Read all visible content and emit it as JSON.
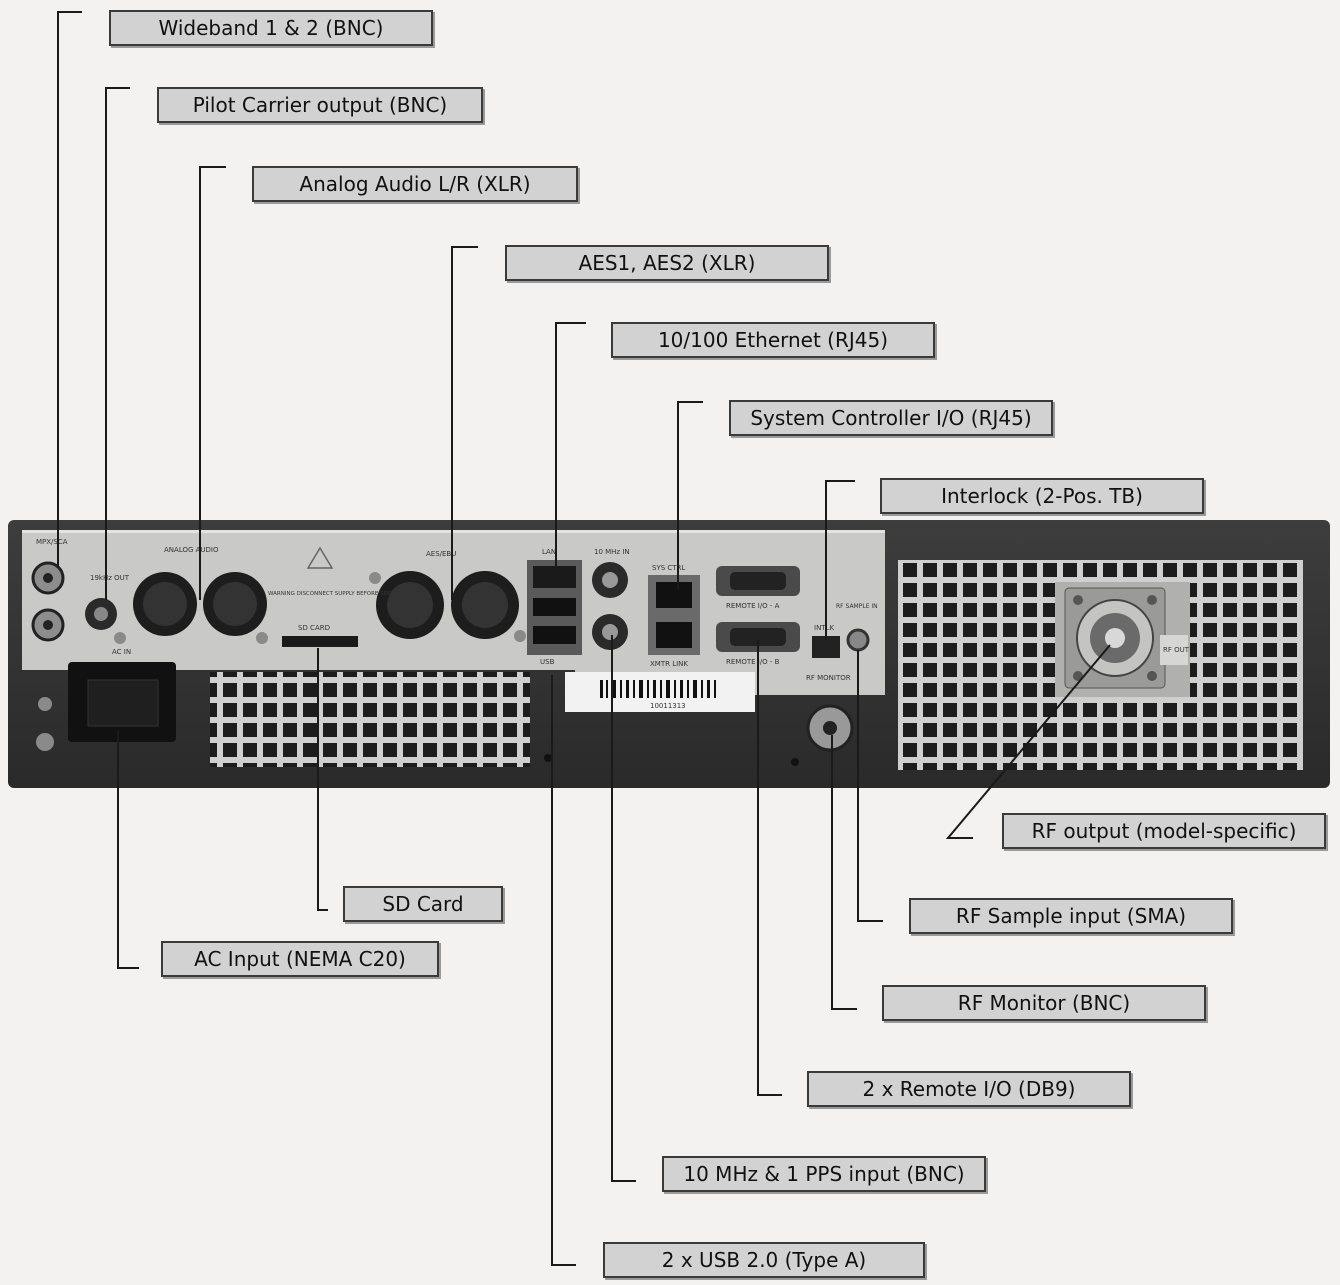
{
  "callouts": {
    "wideband": "Wideband 1 & 2 (BNC)",
    "pilot": "Pilot Carrier output (BNC)",
    "analog_audio": "Analog Audio L/R (XLR)",
    "aes": "AES1, AES2 (XLR)",
    "ethernet": "10/100 Ethernet (RJ45)",
    "sysctl": "System Controller I/O (RJ45)",
    "interlock": "Interlock (2-Pos. TB)",
    "rf_output": "RF output (model-specific)",
    "sd_card": "SD Card",
    "rf_sample": "RF Sample input (SMA)",
    "ac_input": "AC Input (NEMA C20)",
    "rf_monitor": "RF Monitor (BNC)",
    "remote_io": "2 x Remote I/O (DB9)",
    "ref_input": "10 MHz & 1 PPS input (BNC)",
    "usb": "2 x USB 2.0 (Type A)"
  },
  "panel": {
    "mpx_sca": "MPX/SCA",
    "pilot_out": "19kHz OUT",
    "analog_audio": "ANALOG AUDIO",
    "warning": "WARNING DISCONNECT SUPPLY BEFORE SERVICING",
    "sd_card": "SD CARD",
    "aes_ebu": "AES/EBU",
    "lan": "LAN",
    "usb": "USB",
    "ten_mhz_in": "10 MHz IN",
    "sys_ctrl": "SYS CTRL",
    "xmtr_link": "XMTR LINK",
    "remote_a": "REMOTE I/O - A",
    "remote_b": "REMOTE I/O - B",
    "intlk": "INTLK",
    "rf_sample_in": "RF SAMPLE IN",
    "rf_monitor": "RF MONITOR",
    "rf_out": "RF OUT",
    "ac_in": "AC IN",
    "barcode_text": "10011313"
  }
}
